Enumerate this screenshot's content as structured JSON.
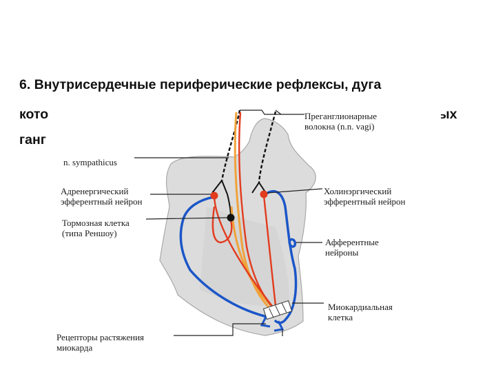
{
  "slide": {
    "title_lines": [
      "6. Внутрисердечные периферические рефлексы, дуга",
      "кото",
      "ганг"
    ],
    "title_fragment_right": "ых"
  },
  "labels": {
    "preganglionic": [
      "Преганглионарные",
      "волокна (n.n. vagi)"
    ],
    "sympathicus": [
      "n. sympathicus"
    ],
    "adrenergic": [
      "Адренергический",
      "эфферентный нейрон"
    ],
    "inhibitory": [
      "Тормозная клетка",
      "(типа Реншоу)"
    ],
    "cholinergic": [
      "Холинэргический",
      "эфферентный нейрон"
    ],
    "afferent": [
      "Афферентные",
      "нейроны"
    ],
    "myocardial": [
      "Миокардиальная",
      "клетка"
    ],
    "receptors": [
      "Рецепторы растяжения",
      "миокарда"
    ]
  },
  "colors": {
    "heart_fill": "#dcdcdc",
    "blue_neuron": "#1b56c8",
    "red_neuron": "#e23b1e",
    "orange_fiber": "#f0a23a",
    "black_fiber": "#111111",
    "leader_line": "#222222"
  }
}
